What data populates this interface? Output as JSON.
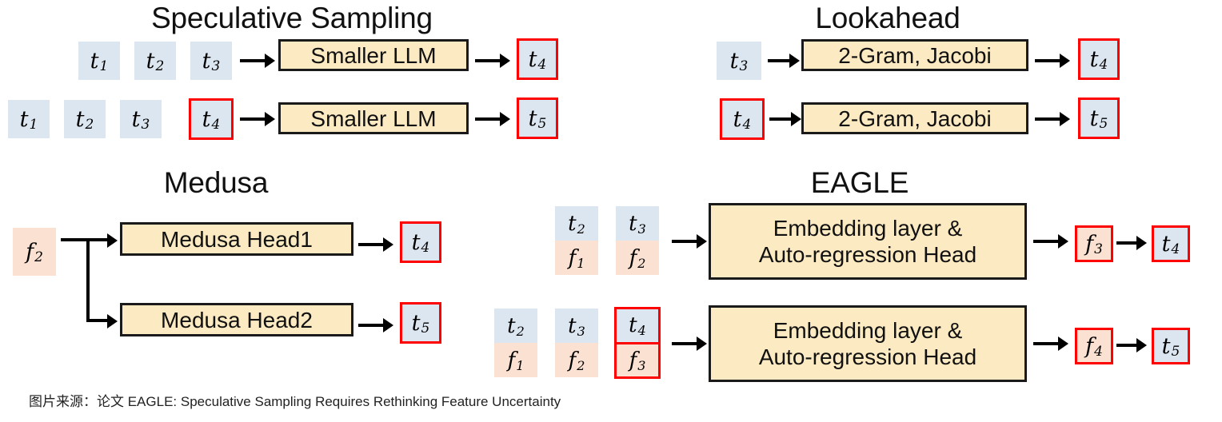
{
  "figure": {
    "caption": "图片来源：论文 EAGLE: Speculative Sampling Requires Rethinking Feature Uncertainty",
    "colors": {
      "token_blue": "#dce6f1",
      "feature_peach": "#fae1d2",
      "process_yellow": "#fceac2",
      "highlight_red": "#ff0000",
      "outline_black": "#1a1a1a"
    }
  },
  "sections": {
    "speculative_sampling": {
      "title": "Speculative Sampling",
      "rows": [
        {
          "inputs": [
            "t1",
            "t2",
            "t3"
          ],
          "process": "Smaller LLM",
          "output": "t4"
        },
        {
          "inputs": [
            "t1",
            "t2",
            "t3",
            "t4"
          ],
          "process": "Smaller LLM",
          "output": "t5"
        }
      ]
    },
    "lookahead": {
      "title": "Lookahead",
      "rows": [
        {
          "inputs": [
            "t3"
          ],
          "process": "2-Gram, Jacobi",
          "output": "t4"
        },
        {
          "inputs": [
            "t4"
          ],
          "process": "2-Gram, Jacobi",
          "output": "t5"
        }
      ]
    },
    "medusa": {
      "title": "Medusa",
      "input": "f2",
      "heads": [
        "Medusa Head1",
        "Medusa Head2"
      ],
      "outputs": [
        "t4",
        "t5"
      ]
    },
    "eagle": {
      "title": "EAGLE",
      "process_line1": "Embedding layer &",
      "process_line2": "Auto-regression Head",
      "rows": [
        {
          "inputs": [
            {
              "token": "t2",
              "feature": "f1"
            },
            {
              "token": "t3",
              "feature": "f2"
            }
          ],
          "outputs": [
            "f3",
            "t4"
          ]
        },
        {
          "inputs": [
            {
              "token": "t2",
              "feature": "f1"
            },
            {
              "token": "t3",
              "feature": "f2"
            },
            {
              "token": "t4",
              "feature": "f3"
            }
          ],
          "outputs": [
            "f4",
            "t5"
          ]
        }
      ]
    }
  },
  "tokens": {
    "t1": {
      "base": "t",
      "sub": "1"
    },
    "t2": {
      "base": "t",
      "sub": "2"
    },
    "t3": {
      "base": "t",
      "sub": "3"
    },
    "t4": {
      "base": "t",
      "sub": "4"
    },
    "t5": {
      "base": "t",
      "sub": "5"
    },
    "f1": {
      "base": "f",
      "sub": "1"
    },
    "f2": {
      "base": "f",
      "sub": "2"
    },
    "f3": {
      "base": "f",
      "sub": "3"
    },
    "f4": {
      "base": "f",
      "sub": "4"
    }
  }
}
